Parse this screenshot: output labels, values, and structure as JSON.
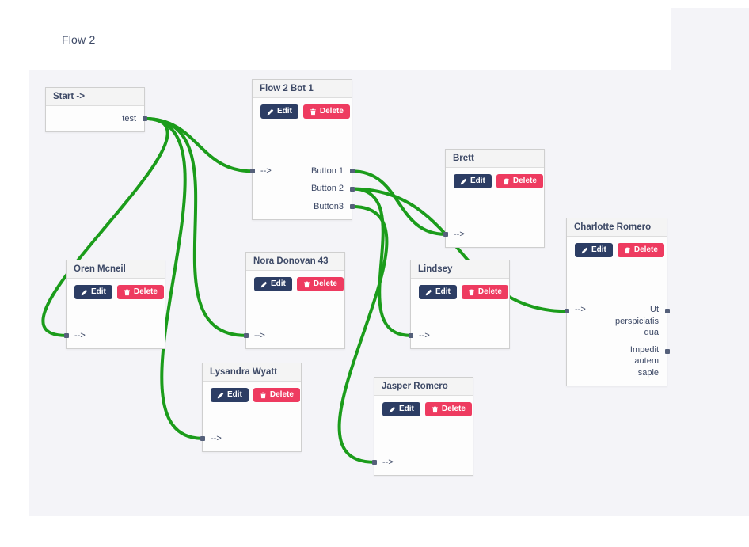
{
  "page": {
    "title": "Flow 2"
  },
  "colors": {
    "edge": "#1b9c1b",
    "edit_bg": "#2c3d64",
    "delete_bg": "#ee3b60",
    "canvas_bg": "#f4f4f8"
  },
  "buttons": {
    "edit": "Edit",
    "delete": "Delete"
  },
  "nodes": [
    {
      "id": "start",
      "title": "Start ->",
      "rows": [
        {
          "right": "test"
        }
      ]
    },
    {
      "id": "flow2bot1",
      "title": "Flow 2 Bot 1",
      "rows": [
        {
          "left": "-->",
          "right": "Button 1"
        },
        {
          "right": "Button 2"
        },
        {
          "right": "Button3"
        }
      ]
    },
    {
      "id": "brett",
      "title": "Brett",
      "rows": [
        {
          "left": "-->"
        }
      ]
    },
    {
      "id": "charlotte",
      "title": "Charlotte Romero",
      "rows": [
        {
          "left": "-->",
          "right": "Ut\nperspiciatis\nqua"
        },
        {
          "right": "Impedit\nautem\nsapie"
        }
      ]
    },
    {
      "id": "oren",
      "title": "Oren Mcneil",
      "rows": [
        {
          "left": "-->"
        }
      ]
    },
    {
      "id": "nora",
      "title": "Nora Donovan 43",
      "rows": [
        {
          "left": "-->"
        }
      ]
    },
    {
      "id": "lindsey",
      "title": "Lindsey",
      "rows": [
        {
          "left": "-->"
        }
      ]
    },
    {
      "id": "lysandra",
      "title": "Lysandra Wyatt",
      "rows": [
        {
          "left": "-->"
        }
      ]
    },
    {
      "id": "jasper",
      "title": "Jasper Romero",
      "rows": [
        {
          "left": "-->"
        }
      ]
    }
  ],
  "connections": [
    {
      "from": "start.test",
      "to": "flow2bot1.in"
    },
    {
      "from": "start.test",
      "to": "oren.in"
    },
    {
      "from": "start.test",
      "to": "nora.in"
    },
    {
      "from": "start.test",
      "to": "lysandra.in"
    },
    {
      "from": "flow2bot1.btn1",
      "to": "brett.in"
    },
    {
      "from": "flow2bot1.btn2",
      "to": "lindsey.in"
    },
    {
      "from": "flow2bot1.btn2",
      "to": "charlotte.in"
    },
    {
      "from": "flow2bot1.btn3",
      "to": "jasper.in"
    }
  ]
}
